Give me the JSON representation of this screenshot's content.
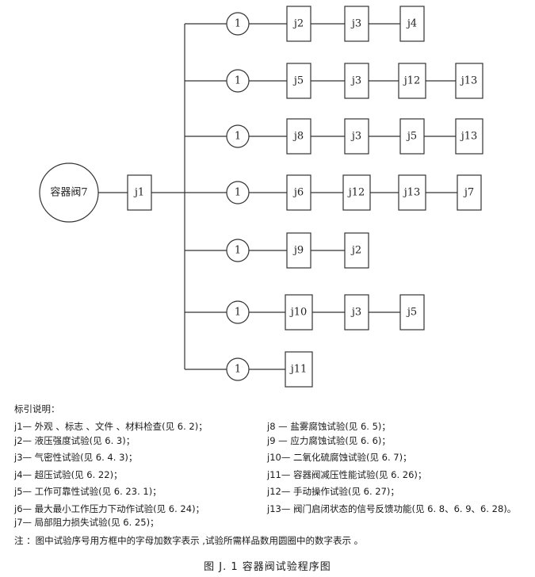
{
  "root": {
    "label": "容器阀7"
  },
  "main_node": {
    "label": "j1"
  },
  "rows": [
    {
      "sample": "1",
      "steps": [
        "j2",
        "j3",
        "j4"
      ]
    },
    {
      "sample": "1",
      "steps": [
        "j5",
        "j3",
        "j12",
        "j13"
      ]
    },
    {
      "sample": "1",
      "steps": [
        "j8",
        "j3",
        "j5",
        "j13"
      ]
    },
    {
      "sample": "1",
      "steps": [
        "j6",
        "j12",
        "j13",
        "j7"
      ]
    },
    {
      "sample": "1",
      "steps": [
        "j9",
        "j2"
      ]
    },
    {
      "sample": "1",
      "steps": [
        "j10",
        "j3",
        "j5"
      ]
    },
    {
      "sample": "1",
      "steps": [
        "j11"
      ]
    }
  ],
  "legend": {
    "title": "标引说明：",
    "items": [
      "j1— 外观 、标志 、文件 、材料检查(见 6. 2)；",
      "j2— 液压强度试验(见 6. 3)；",
      "j3— 气密性试验(见 6. 4. 3)；",
      "j4— 超压试验(见 6. 22)；",
      "j5— 工作可靠性试验(见 6. 23. 1)；",
      "j6— 最大最小工作压力下动作试验(见 6. 24)；",
      "j7— 局部阻力损失试验(见 6. 25)；",
      "j8 — 盐雾腐蚀试验(见 6. 5)；",
      "j9 — 应力腐蚀试验(见 6. 6)；",
      "j10— 二氧化硫腐蚀试验(见 6. 7)；",
      "j11— 容器阀减压性能试验(见 6. 26)；",
      "j12— 手动操作试验(见 6. 27)；",
      "j13— 阀门启闭状态的信号反馈功能(见 6. 8、6. 9、6. 28)。"
    ]
  },
  "note": "注 ：图中试验序号用方框中的字母加数字表示 ,试验所需样品数用圆圈中的数字表示 。",
  "caption": "图 J. 1   容器阀试验程序图"
}
